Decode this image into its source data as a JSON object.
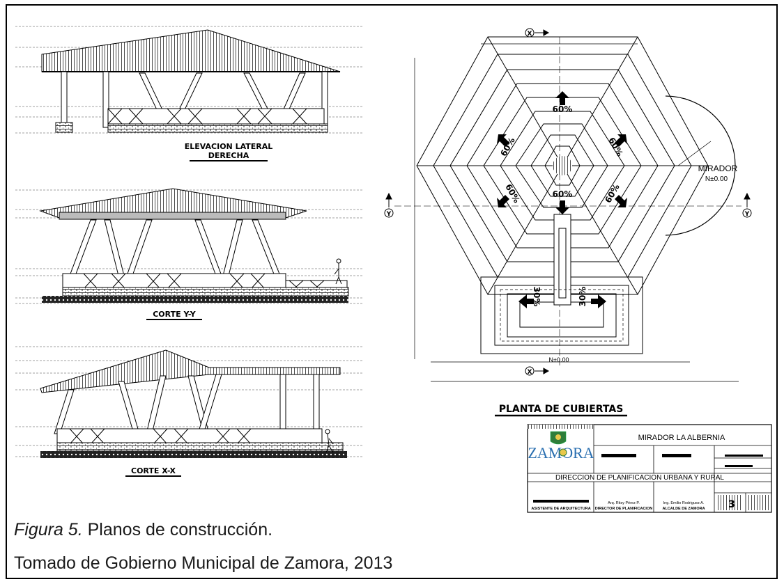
{
  "drawings": {
    "elevation_title_line1": "ELEVACION LATERAL",
    "elevation_title_line2": "DERECHA",
    "section_yy_title": "CORTE Y-Y",
    "section_xx_title": "CORTE X-X",
    "roof_plan_title": "PLANTA DE CUBIERTAS",
    "slope_labels": [
      "60%",
      "60%",
      "60%",
      "60%",
      "60%",
      "60%",
      "30%",
      "30%"
    ],
    "mirador_label": "MIRADOR",
    "mirador_level": "N±0.00",
    "bottom_level": "N±0.00",
    "section_mark_x": "X",
    "section_mark_y": "Y"
  },
  "title_block": {
    "logo_text": "ZAMORA",
    "project_name": "MIRADOR LA ALBERNIA",
    "department": "DIRECCION DE PLANIFICACION URBANA Y RURAL",
    "signer1_name": "ASISTENTE DE ARQUITECTURA",
    "signer2_name": "Arq. Ritsy Pérez P.",
    "signer2_role": "DIRECTOR DE PLANIFICACION",
    "signer3_name": "Ing. Emilio Rodriguez A.",
    "signer3_role": "ALCALDE DE ZAMORA",
    "sheet_number": "3"
  },
  "caption": {
    "figure_label": "Figura 5.",
    "figure_text": "Planos de construcción.",
    "source": "Tomado de Gobierno Municipal de Zamora, 2013"
  }
}
